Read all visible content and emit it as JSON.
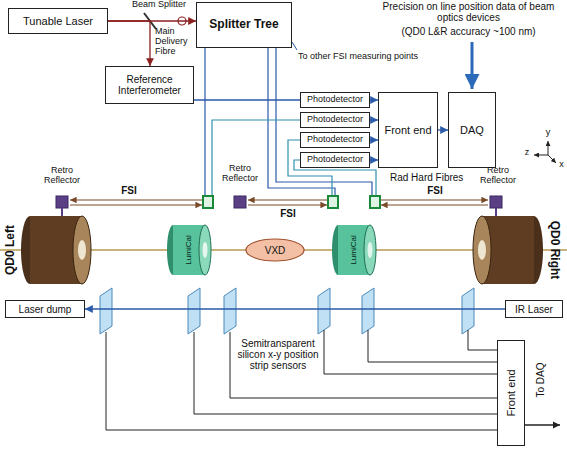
{
  "diagram": {
    "nodes": [
      {
        "text": [
          "Tunable Laser"
        ]
      },
      {
        "text": [
          "Splitter Tree"
        ]
      },
      {
        "text": [
          "Reference Interferometer"
        ]
      },
      {
        "text": [
          "Photodetector"
        ]
      },
      {
        "text": [
          "Photodetector"
        ]
      },
      {
        "text": [
          "Photodetector"
        ]
      },
      {
        "text": [
          "Photodetector"
        ]
      },
      {
        "text": [
          "Front end"
        ]
      },
      {
        "text": [
          "DAQ"
        ]
      },
      {
        "text": [
          "QD0 Left"
        ]
      },
      {
        "text": [
          "LumiCal"
        ]
      },
      {
        "text": [
          "VXD"
        ]
      },
      {
        "text": [
          "LumiCal"
        ]
      },
      {
        "text": [
          "QD0 Right"
        ]
      },
      {
        "text": [
          "Laser dump"
        ]
      },
      {
        "text": [
          "IR Laser"
        ]
      },
      {
        "text": [
          "Front end"
        ]
      }
    ],
    "edges": [
      {
        "from": 0,
        "to": 1,
        "arrow": "to"
      },
      {
        "from": 0,
        "to": 2,
        "arrow": "to"
      },
      {
        "from": 2,
        "to": 3,
        "arrow": "none"
      },
      {
        "from": 3,
        "to": 7,
        "arrow": "to"
      },
      {
        "from": 4,
        "to": 7,
        "arrow": "to"
      },
      {
        "from": 5,
        "to": 7,
        "arrow": "to"
      },
      {
        "from": 6,
        "to": 7,
        "arrow": "to"
      },
      {
        "from": 7,
        "to": 8,
        "arrow": "to"
      },
      {
        "from": 15,
        "to": 14,
        "arrow": "to"
      }
    ],
    "labels": [
      "Beam Splitter",
      "Main Delivery Fibre",
      "To other FSI measuring points",
      "Rad Hard Fibres",
      "Precision on line position data of beam optics devices",
      "(QD0 L&R accuracy ~100 nm)",
      "Retro Reflector",
      "Retro Reflector",
      "Retro Reflector",
      "FSI",
      "FSI",
      "FSI",
      "z",
      "y",
      "x",
      "Semitransparent silicon x-y position strip sensors",
      "To DAQ"
    ]
  }
}
